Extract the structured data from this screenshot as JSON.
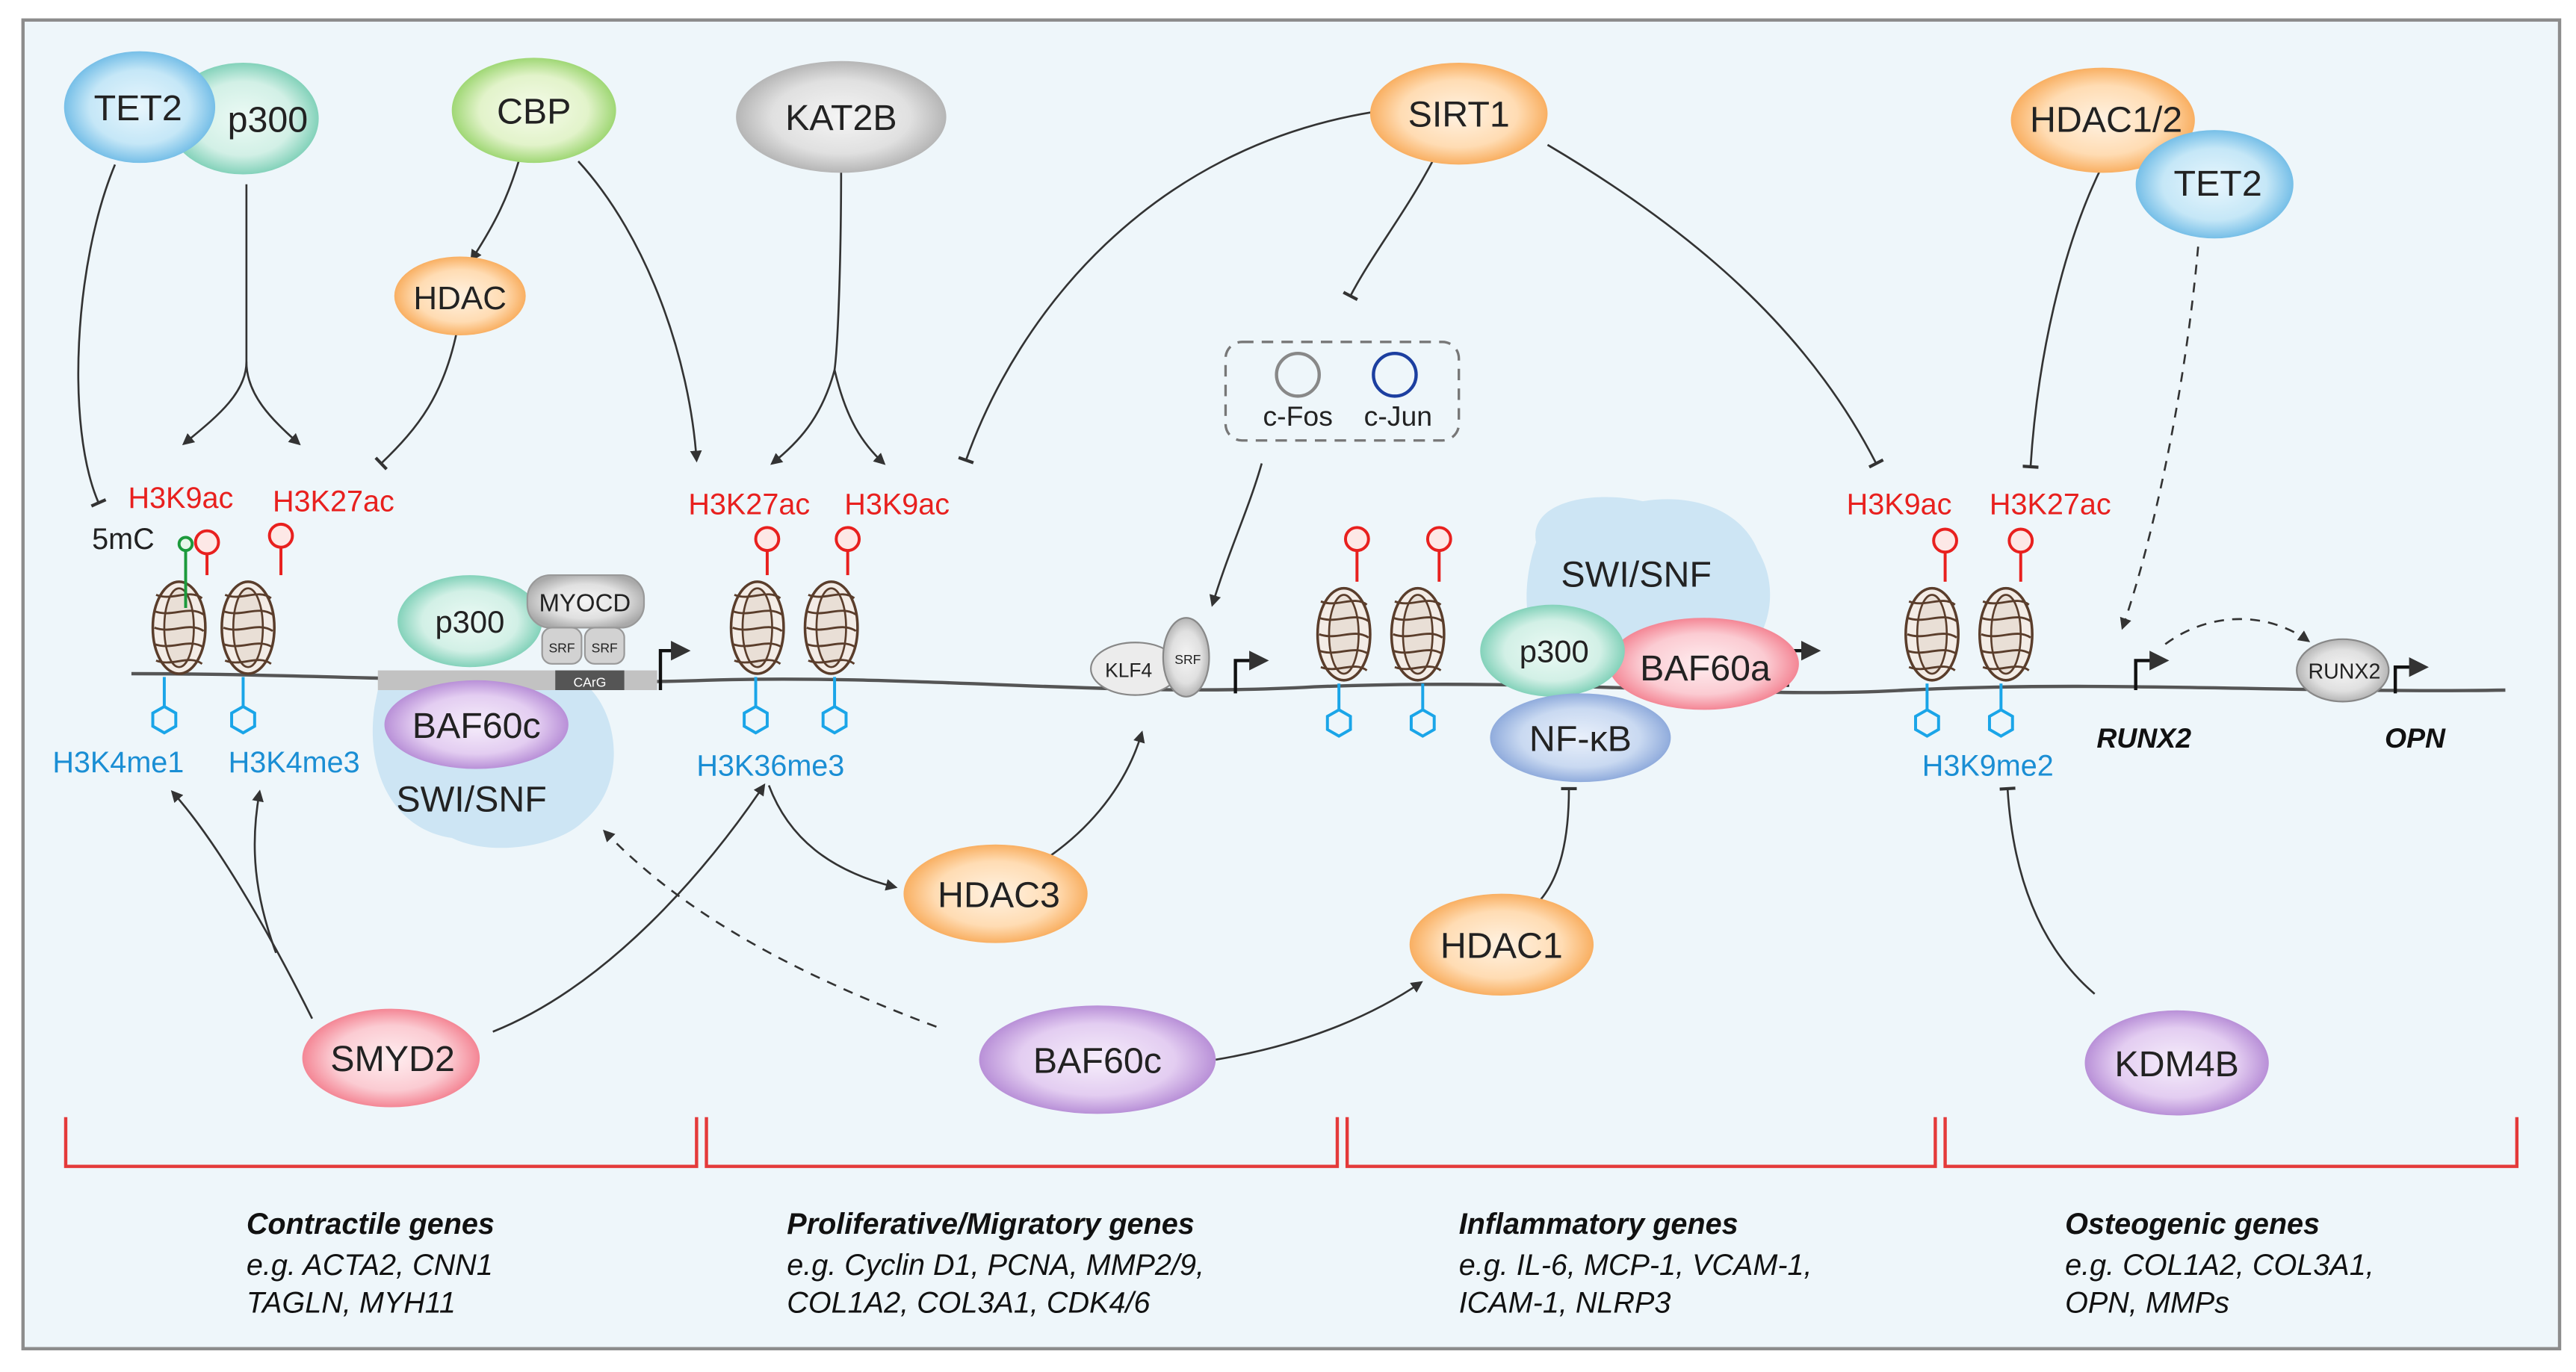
{
  "enzymes": {
    "tet2_left": "TET2",
    "p300_left": "p300",
    "cbp": "CBP",
    "hdac_small": "HDAC",
    "kat2b": "KAT2B",
    "sirt1": "SIRT1",
    "hdac12": "HDAC1/2",
    "tet2_right": "TET2",
    "smyd2": "SMYD2",
    "baf60c_bottom": "BAF60c",
    "hdac3": "HDAC3",
    "hdac1": "HDAC1",
    "kdm4b": "KDM4B"
  },
  "marks": {
    "h3k9ac_1": "H3K9ac",
    "h3k27ac_1": "H3K27ac",
    "mc5": "5mC",
    "h3k4me1": "H3K4me1",
    "h3k4me3": "H3K4me3",
    "h3k27ac_2": "H3K27ac",
    "h3k9ac_2": "H3K9ac",
    "h3k36me3": "H3K36me3",
    "h3k9ac_4": "H3K9ac",
    "h3k27ac_4": "H3K27ac",
    "h3k9me2": "H3K9me2"
  },
  "complexes": {
    "p300_1": "p300",
    "myocd": "MYOCD",
    "srf_a": "SRF",
    "srf_b": "SRF",
    "cargs": "CArG",
    "baf60c": "BAF60c",
    "swisnf_1": "SWI/SNF",
    "cfos": "c-Fos",
    "cjun": "c-Jun",
    "klf4": "KLF4",
    "srf_klf": "SRF",
    "swisnf_3": "SWI/SNF",
    "p300_3": "p300",
    "baf60a": "BAF60a",
    "nfkb": "NF-κB",
    "runx2_protein": "RUNX2"
  },
  "genes": {
    "runx2": "RUNX2",
    "opn": "OPN"
  },
  "groups": [
    {
      "title": "Contractile genes",
      "line1": "e.g. ACTA2, CNN1",
      "line2": "TAGLN, MYH11"
    },
    {
      "title": "Proliferative/Migratory genes",
      "line1": "e.g. Cyclin D1, PCNA, MMP2/9,",
      "line2": "COL1A2, COL3A1, CDK4/6"
    },
    {
      "title": "Inflammatory genes",
      "line1": "e.g. IL-6, MCP-1, VCAM-1,",
      "line2": "ICAM-1, NLRP3"
    },
    {
      "title": "Osteogenic genes",
      "line1": "e.g. COL1A2, COL3A1,",
      "line2": "OPN, MMPs"
    }
  ],
  "colors": {
    "background": "#eef6fa",
    "frame": "#8c8c8c",
    "acetyl_red": "#e8201e",
    "methyl_blue": "#1a8ed4",
    "bracket_red": "#e43a3a"
  }
}
